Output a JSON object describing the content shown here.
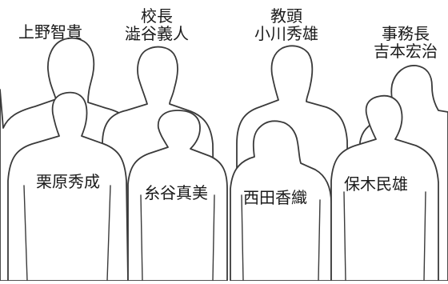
{
  "people": {
    "ueno": {
      "name": "上野智貴"
    },
    "shibuya": {
      "role": "校長",
      "name": "澁谷義人"
    },
    "ogawa": {
      "role": "教頭",
      "name": "小川秀雄"
    },
    "yoshimoto": {
      "role": "事務長",
      "name": "吉本宏治"
    },
    "kurihara": {
      "name": "栗原秀成"
    },
    "itoya": {
      "name": "糸谷真美"
    },
    "nishida": {
      "name": "西田香織"
    },
    "hoki": {
      "name": "保木民雄"
    }
  }
}
